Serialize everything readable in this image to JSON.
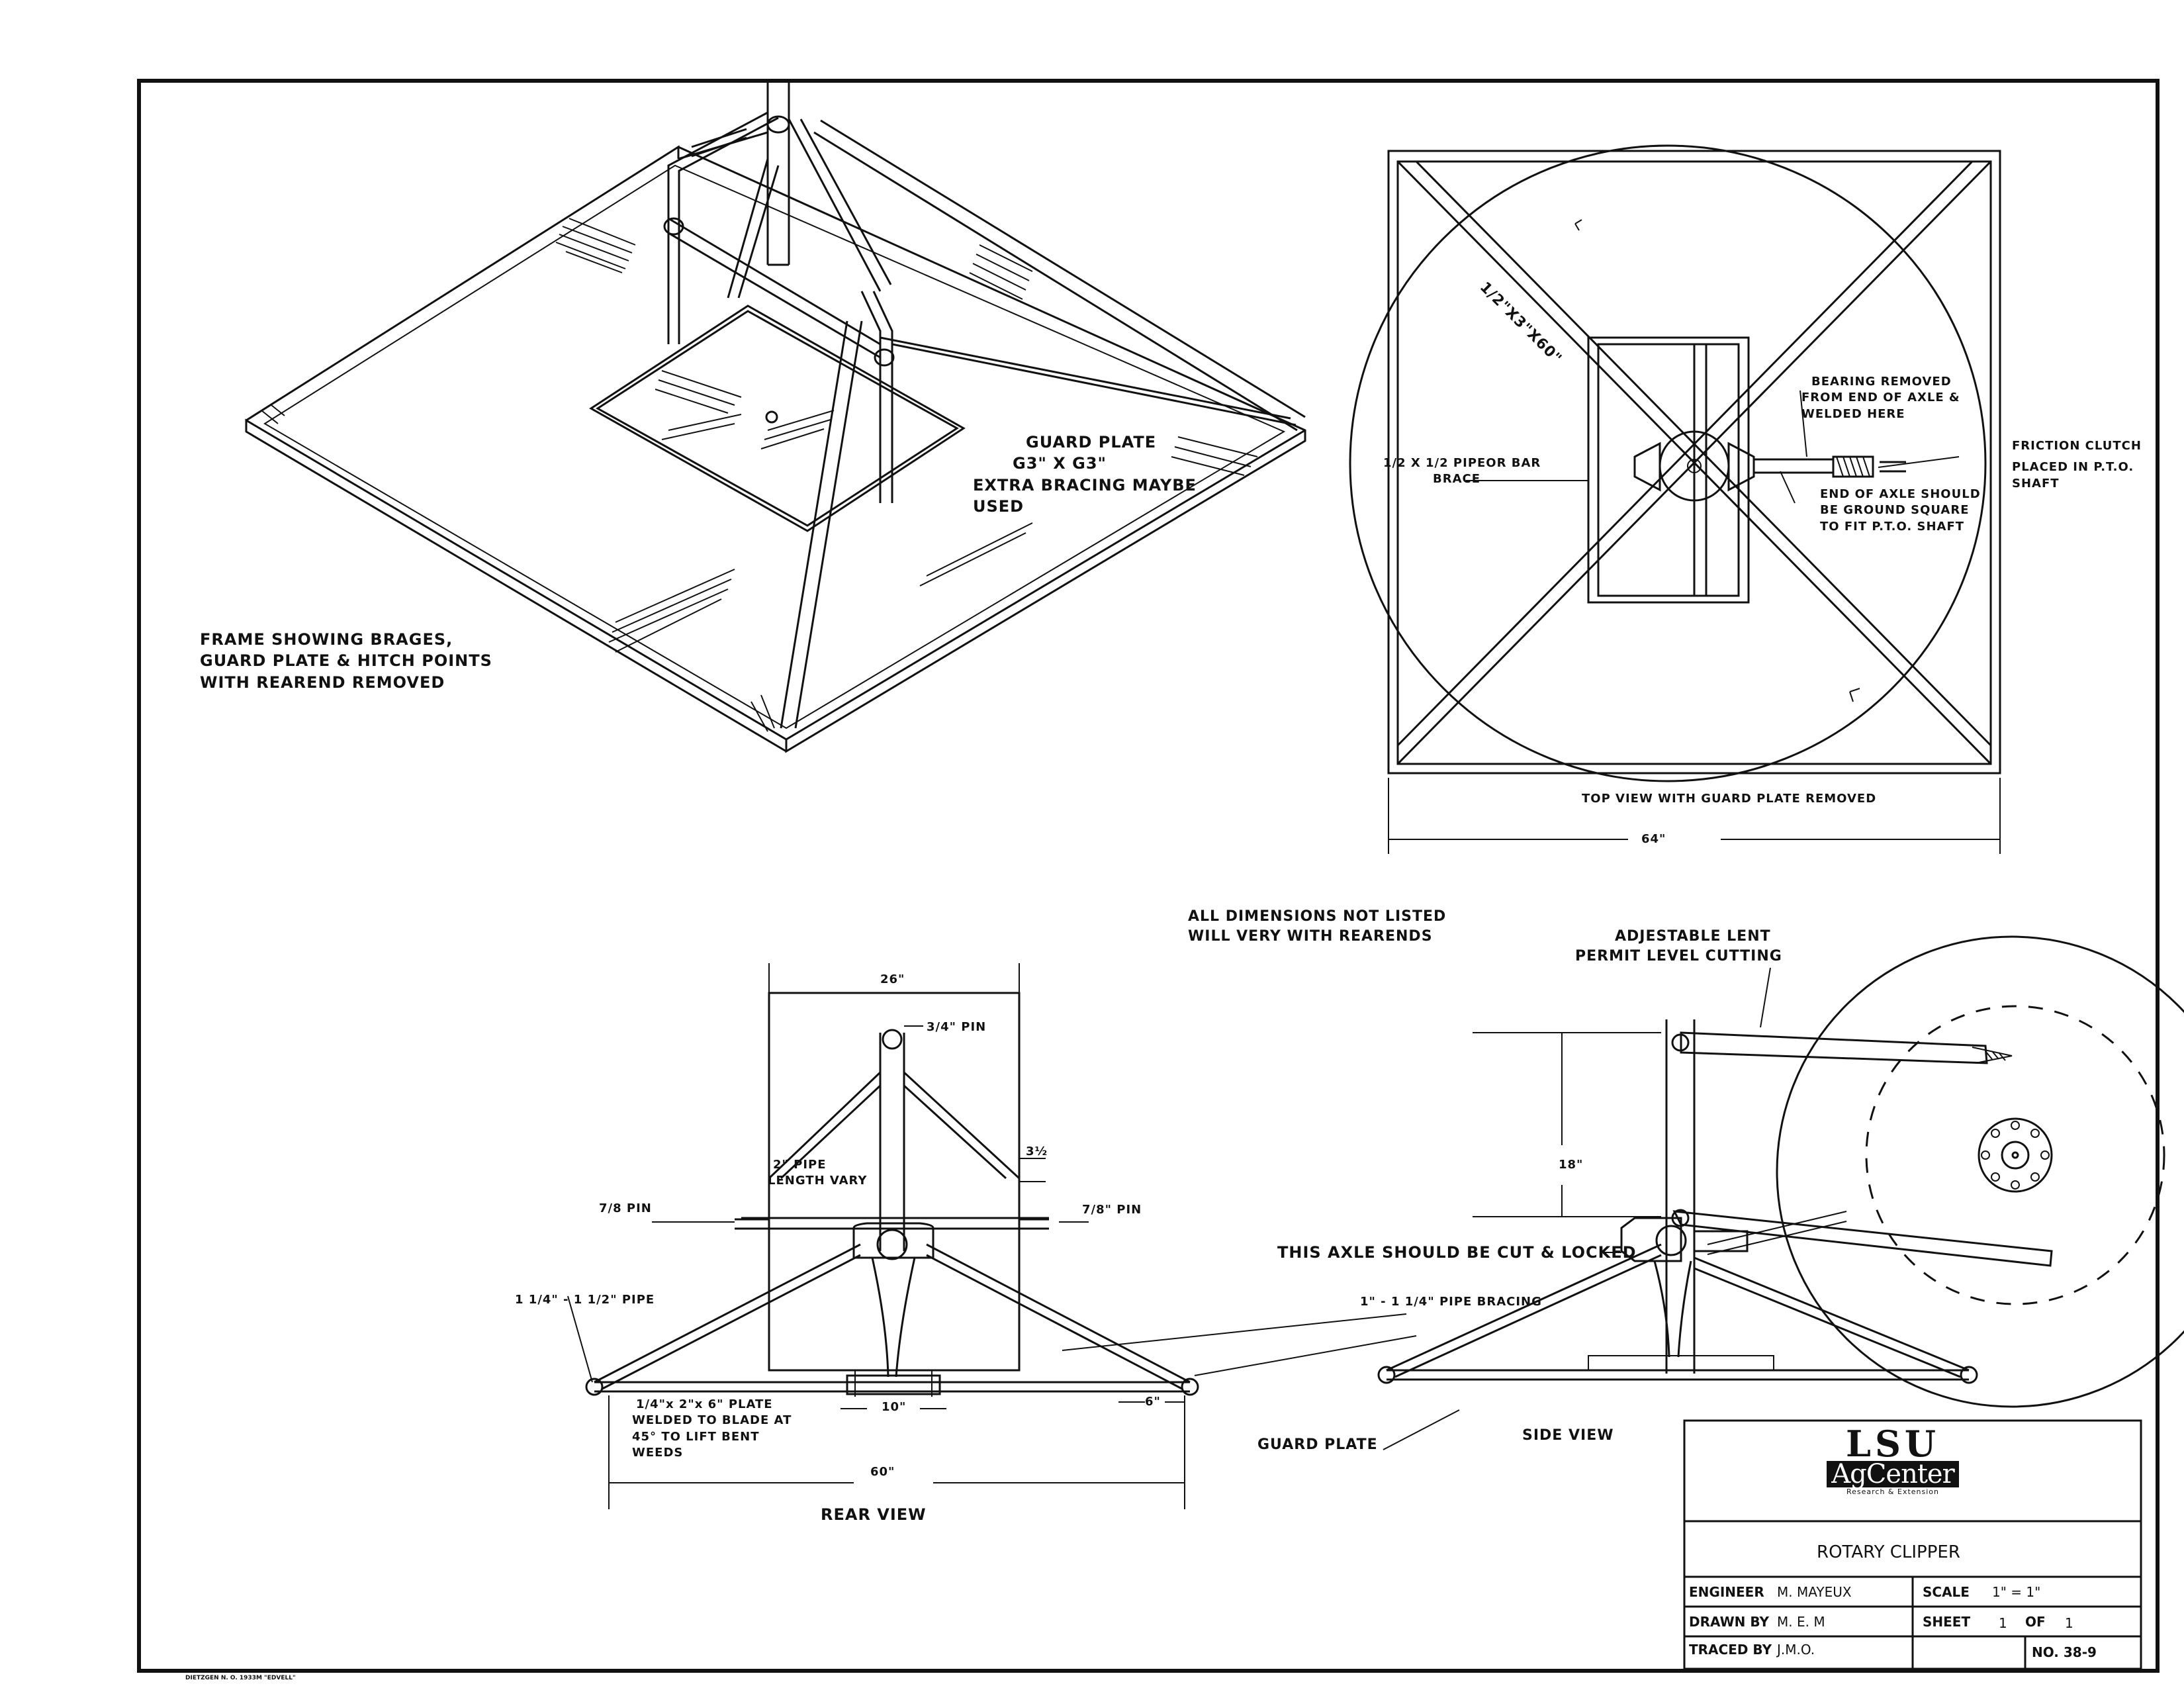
{
  "isometric": {
    "guard_plate_note": [
      "GUARD  PLATE",
      "G3\" X G3\"",
      "EXTRA BRACING MAYBE",
      "USED"
    ],
    "caption": [
      "FRAME    SHOWING  BRAGES,",
      "GUARD  PLATE  &  HITCH POINTS",
      "WITH    REAREND  REMOVED"
    ]
  },
  "top_view": {
    "brace_dim": "1/2\"X3\"X60\"",
    "pipe_brace": [
      "1/2 X 1/2  PIPEOR BAR",
      "BRACE"
    ],
    "bearing_note": [
      "BEARING  REMOVED",
      "FROM END OF AXLE &",
      "WELDED  HERE"
    ],
    "friction_clutch": [
      "FRICTION CLUTCH",
      "PLACED IN P.T.O.",
      "SHAFT"
    ],
    "axle_end": [
      "END OF AXLE SHOULD",
      "BE GROUND SQUARE",
      "TO FIT P.T.O. SHAFT"
    ],
    "caption": "TOP  VIEW  WITH  GUARD  PLATE  REMOVED",
    "width_dim": "64\""
  },
  "general_note": [
    "ALL DIMENSIONS  NOT  LISTED",
    "WILL  VERY  WITH  REARENDS"
  ],
  "rear_view": {
    "top_width": "26\"",
    "pin_top": "3/4\" PIN",
    "offset": "3½",
    "pipe": [
      "2\" PIPE",
      "LENGTH VARY"
    ],
    "pin_left": "7/8  PIN",
    "pin_right": "7/8\" PIN",
    "pipe_size": "1 1/4\" - 1 1/2\" PIPE",
    "plate_note": [
      "1/4\"x 2\"x 6\"  PLATE",
      "WELDED TO BLADE AT",
      "45°  TO  LIFT  BENT",
      "WEEDS"
    ],
    "center_dim": "10\"",
    "end_dim": "6\"",
    "overall": "60\"",
    "caption": "REAR  VIEW"
  },
  "side_view": {
    "adjust_note": [
      "ADJESTABLE  LENT",
      "PERMIT LEVEL CUTTING"
    ],
    "height_dim": "18\"",
    "axle_note": "THIS  AXLE  SHOULD  BE  CUT & LOCKED",
    "bracing": "1\" - 1 1/4\"  PIPE  BRACING",
    "guard_plate": "GUARD    PLATE",
    "caption": "SIDE    VIEW"
  },
  "title_block": {
    "logo_top": "LSU",
    "logo_mid": "AgCenter",
    "logo_sub": "Research & Extension",
    "title": "ROTARY     CLIPPER",
    "engineer_label": "ENGINEER",
    "engineer": "M. MAYEUX",
    "scale_label": "SCALE",
    "scale": "1\" = 1\"",
    "drawn_label": "DRAWN BY",
    "drawn": "M. E. M",
    "sheet_label": "SHEET",
    "sheet": "1",
    "of_label": "OF",
    "of": "1",
    "traced_label": "TRACED BY",
    "traced": "J.M.O.",
    "number": "NO. 38-9"
  },
  "footer": "DIETZGEN N. O. 1933M \"EDVELL\""
}
